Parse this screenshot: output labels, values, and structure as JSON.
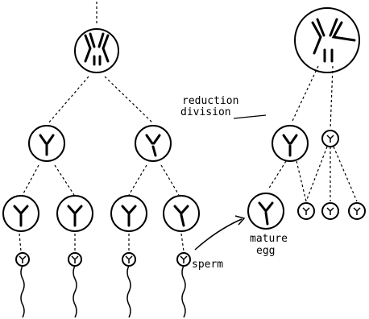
{
  "labels": {
    "reduction": "reduction",
    "division": "division",
    "mature": "mature",
    "egg": "egg",
    "sperm": "sperm"
  },
  "colors": {
    "ink": "#000000",
    "background": "#ffffff"
  }
}
